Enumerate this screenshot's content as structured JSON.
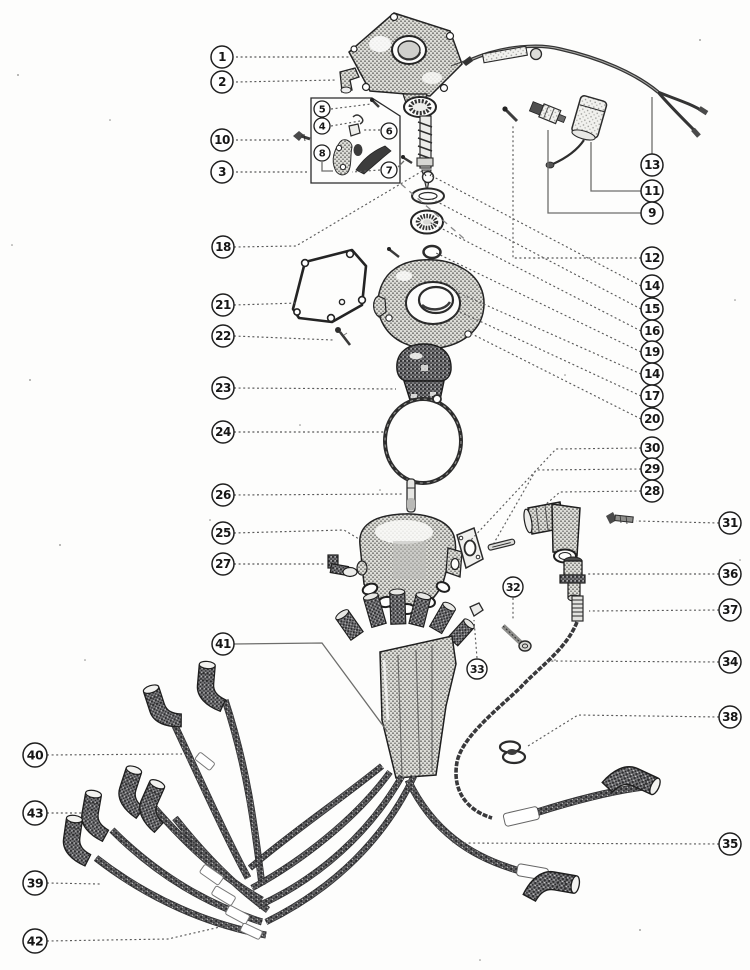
{
  "figure": {
    "callouts": [
      "1",
      "2",
      "5",
      "4",
      "6",
      "8",
      "7",
      "10",
      "3",
      "13",
      "11",
      "9",
      "18",
      "12",
      "14",
      "15",
      "16",
      "19",
      "14",
      "17",
      "20",
      "21",
      "22",
      "23",
      "24",
      "26",
      "25",
      "27",
      "30",
      "29",
      "28",
      "31",
      "36",
      "37",
      "34",
      "38",
      "35",
      "32",
      "33",
      "41",
      "40",
      "43",
      "39",
      "42"
    ],
    "colors": {
      "background": "#fdfdfc",
      "ink": "#2b2b2b",
      "leader": "#5a5a5a",
      "callout_fill": "#ffffff"
    }
  }
}
